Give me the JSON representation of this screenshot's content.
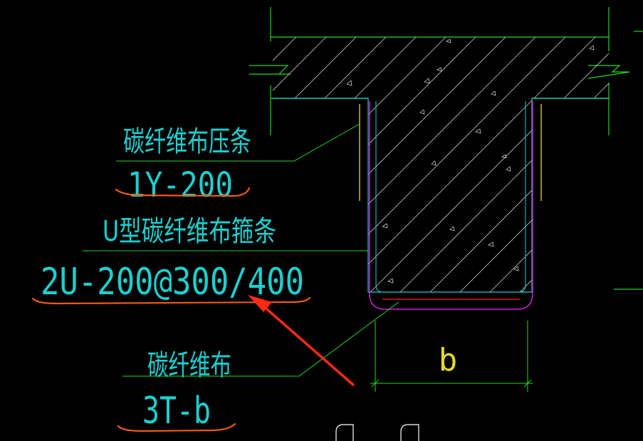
{
  "labels": {
    "press_strip_name": "碳纤维布压条",
    "press_strip_code": "1Y-200",
    "u_stirrup_name": "U型碳纤维布箍条",
    "u_stirrup_code": "2U-200@300/400",
    "cfrp_name": "碳纤维布",
    "cfrp_code": "3T-b",
    "width_dim": "b"
  },
  "colors": {
    "background": "#000000",
    "cad_text": "#1ccfcf",
    "concrete_outline": "#1ccfcf",
    "leader_green": "#22d822",
    "hatch_white": "#c8c8c8",
    "stirrup_magenta": "#d020d0",
    "cfrp_red": "#e01818",
    "press_strip_yellow": "#e6d82a",
    "markup_orange": "#f05a14",
    "arrow_red": "#ff2a14"
  }
}
